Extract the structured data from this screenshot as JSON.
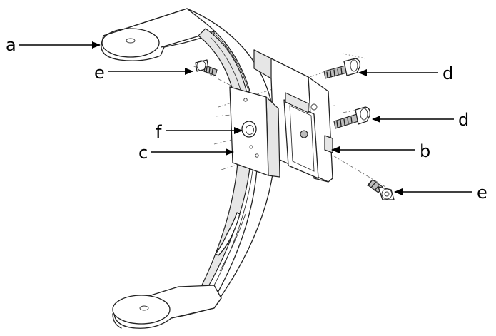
{
  "callouts": {
    "a": "a",
    "b": "b",
    "c": "c",
    "d_top": "d",
    "d_mid": "d",
    "e_left": "e",
    "e_right": "e",
    "f": "f"
  },
  "colors": {
    "line": "#222222",
    "background": "#ffffff",
    "shade": "#e6e6e6"
  }
}
